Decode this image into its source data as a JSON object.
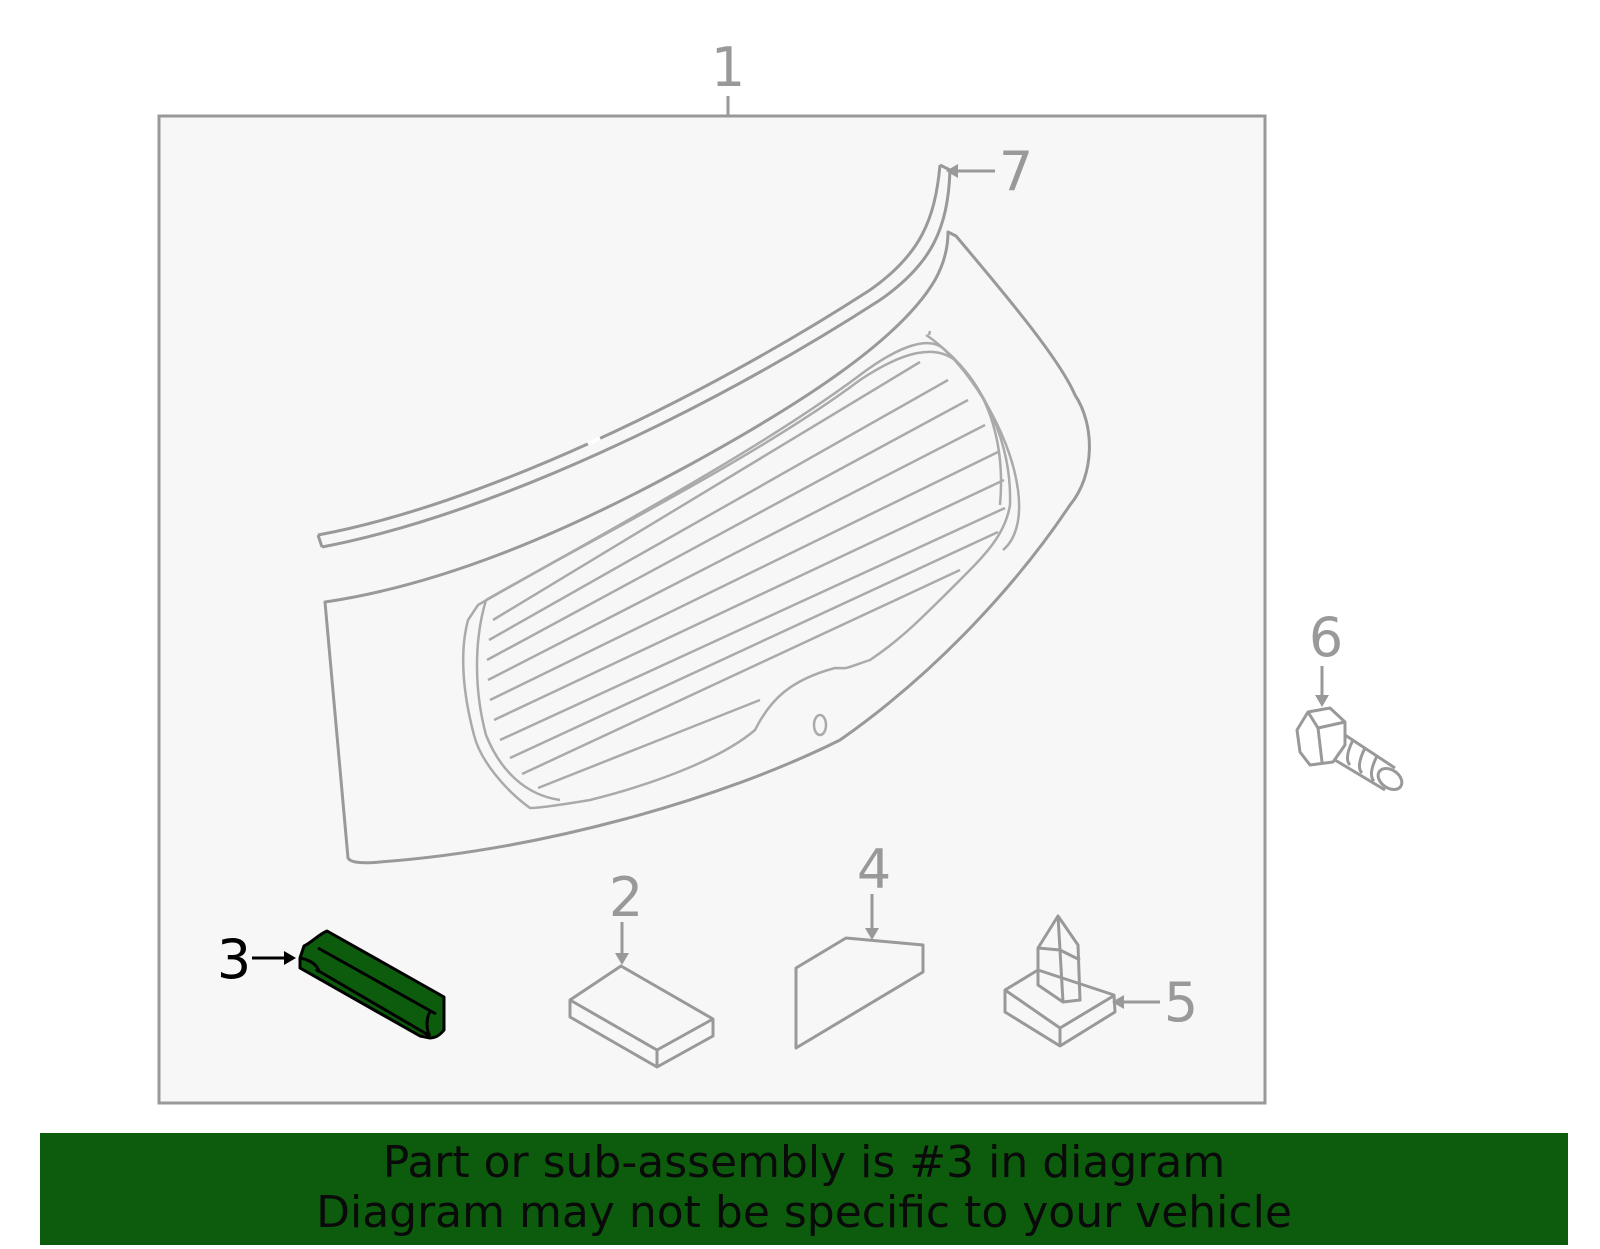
{
  "callouts": {
    "c1": "1",
    "c2": "2",
    "c3": "3",
    "c4": "4",
    "c5": "5",
    "c6": "6",
    "c7": "7"
  },
  "banner": {
    "line1": "Part or sub-assembly is #3 in diagram",
    "line2": "Diagram may not be specific to your vehicle"
  },
  "colors": {
    "highlight": "#0d5c0d",
    "line_gray": "#999999",
    "panel_bg": "#f7f7f7"
  },
  "highlighted_part": "3"
}
